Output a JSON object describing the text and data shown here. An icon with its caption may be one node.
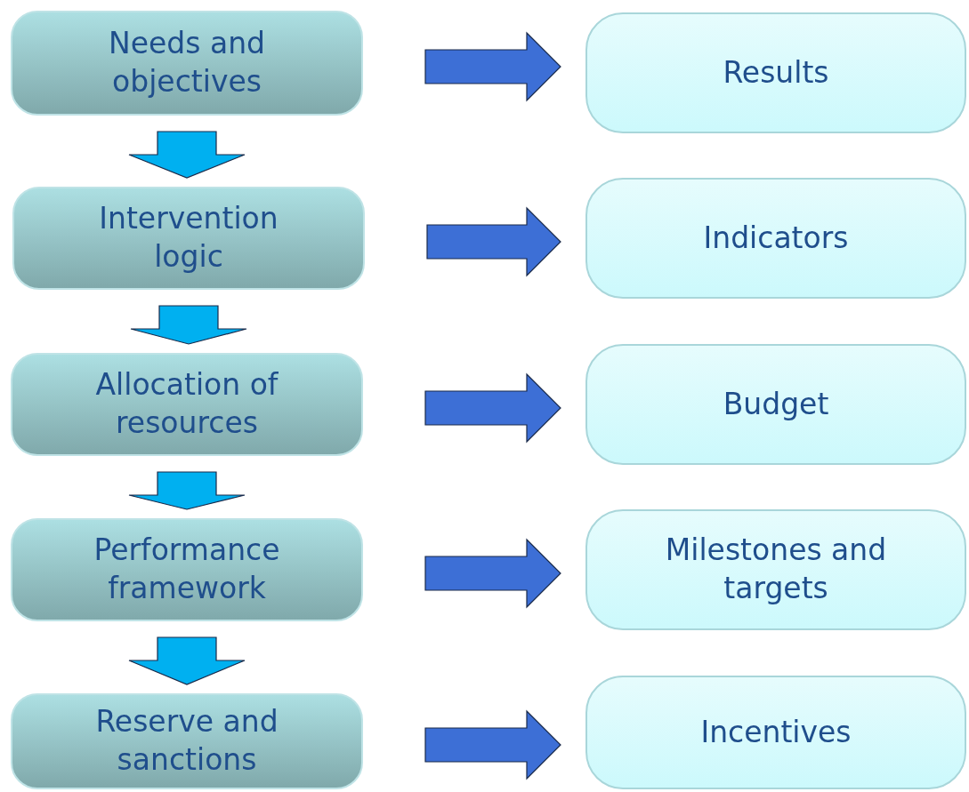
{
  "diagram": {
    "nodes": [
      {
        "text": [
          "Needs and objectives"
        ]
      },
      {
        "text": [
          "Intervention logic"
        ]
      },
      {
        "text": [
          "Allocation of resources"
        ]
      },
      {
        "text": [
          "Performance framework"
        ]
      },
      {
        "text": [
          "Reserve and sanctions"
        ]
      },
      {
        "text": [
          "Results"
        ]
      },
      {
        "text": [
          "Indicators"
        ]
      },
      {
        "text": [
          "Budget"
        ]
      },
      {
        "text": [
          "Milestones and targets"
        ]
      },
      {
        "text": [
          "Incentives"
        ]
      }
    ],
    "edges": [
      {
        "from": 0,
        "to": 1,
        "arrow": "to",
        "color": "#00b0f0"
      },
      {
        "from": 1,
        "to": 2,
        "arrow": "to",
        "color": "#00b0f0"
      },
      {
        "from": 2,
        "to": 3,
        "arrow": "to",
        "color": "#00b0f0"
      },
      {
        "from": 3,
        "to": 4,
        "arrow": "to",
        "color": "#00b0f0"
      },
      {
        "from": 0,
        "to": 5,
        "arrow": "to"
      },
      {
        "from": 1,
        "to": 6,
        "arrow": "to"
      },
      {
        "from": 2,
        "to": 7,
        "arrow": "to"
      },
      {
        "from": 3,
        "to": 8,
        "arrow": "to"
      },
      {
        "from": 4,
        "to": 9,
        "arrow": "to"
      }
    ]
  }
}
